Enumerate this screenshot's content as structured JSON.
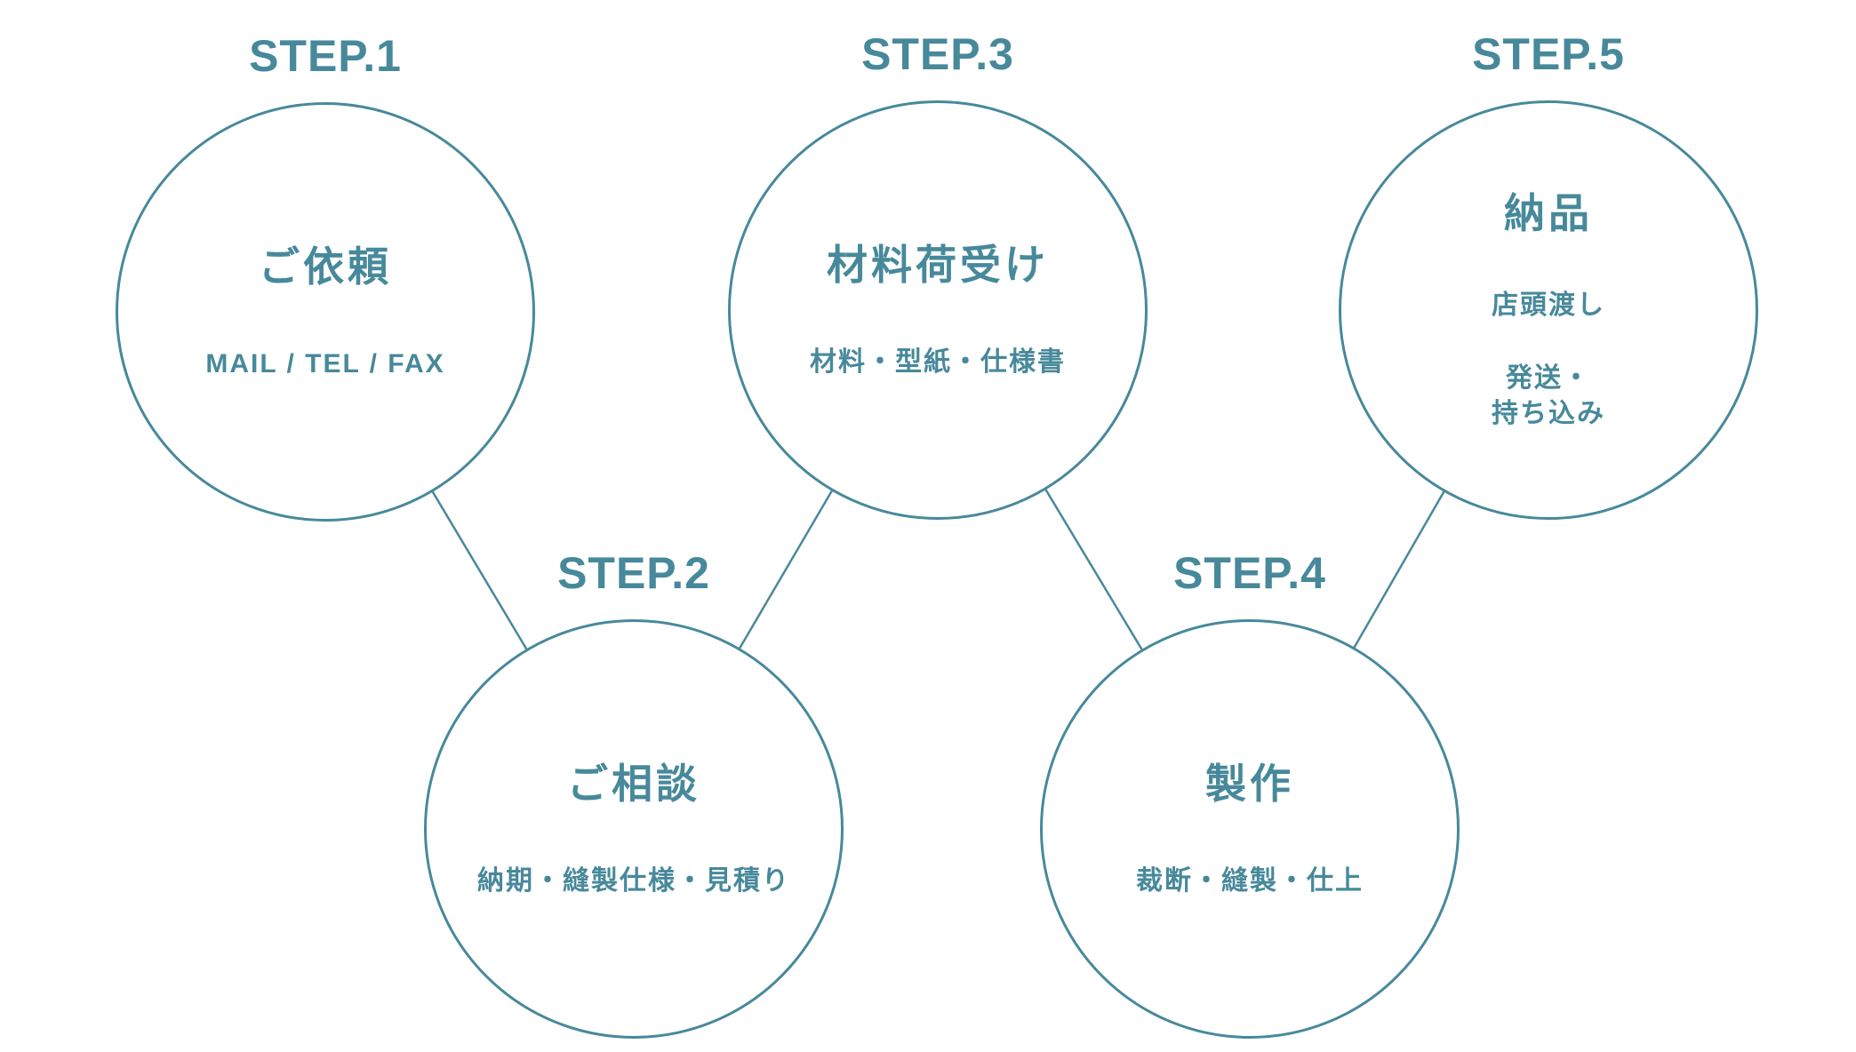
{
  "colors": {
    "accent": "#47899b",
    "background": "#ffffff"
  },
  "steps": [
    {
      "step_label": "STEP.1",
      "title": "ご依頼",
      "subtitle": "MAIL / TEL / FAX"
    },
    {
      "step_label": "STEP.2",
      "title": "ご相談",
      "subtitle": "納期・縫製仕様・見積り"
    },
    {
      "step_label": "STEP.3",
      "title": "材料荷受け",
      "subtitle": "材料・型紙・仕様書"
    },
    {
      "step_label": "STEP.4",
      "title": "製作",
      "subtitle": "裁断・縫製・仕上"
    },
    {
      "step_label": "STEP.5",
      "title": "納品",
      "subtitle": "店頭渡し",
      "subtitle2": "発送・\n持ち込み"
    }
  ]
}
